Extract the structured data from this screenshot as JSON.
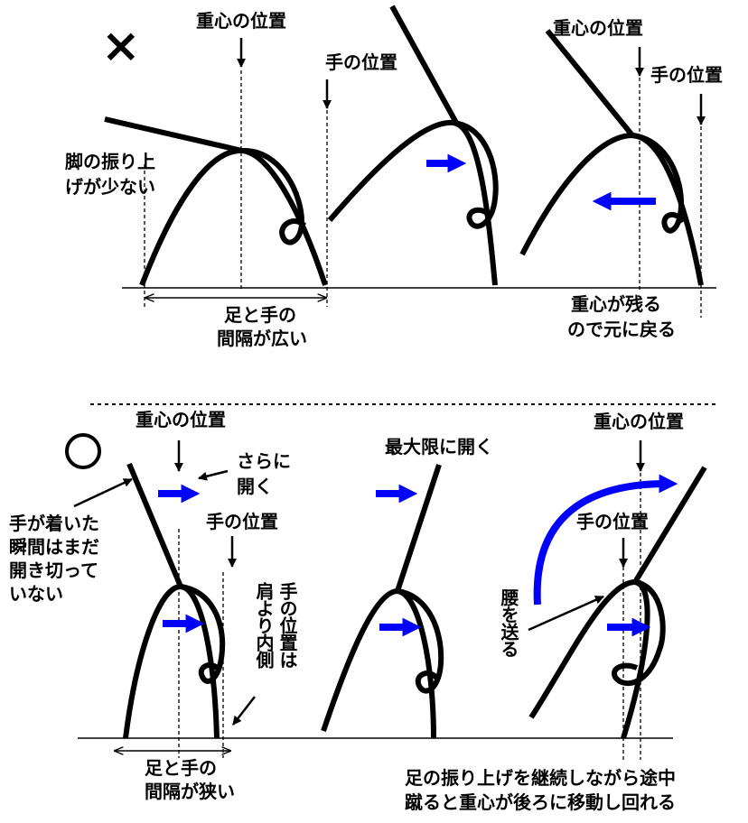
{
  "colors": {
    "accent": "#0000ff",
    "ink": "#000000"
  },
  "bad": {
    "marker": "×",
    "cog_label": "重心の位置",
    "hand_label": "手の位置",
    "leg_note": [
      "脚の振り上",
      "げが少ない"
    ],
    "gap_note": [
      "足と手の",
      "間隔が広い"
    ],
    "cog_label_3": "重心の位置",
    "hand_label_3": "手の位置",
    "return_note": [
      "重心が残る",
      "ので元に戻る"
    ]
  },
  "good": {
    "marker": "○",
    "cog_label": "重心の位置",
    "open_more": [
      "さらに",
      "開く"
    ],
    "hand_label": "手の位置",
    "touch_note": [
      "手が着いた",
      "瞬間はまだ",
      "開き切って",
      "いない"
    ],
    "inside_note": [
      "手の位置は",
      "肩より内側"
    ],
    "gap_note": [
      "足と手の",
      "間隔が狭い"
    ],
    "max_open": "最大限に開く",
    "cog_label_3": "重心の位置",
    "hand_label_3": "手の位置",
    "hip_note": "腰を送る",
    "summary": [
      "足の振り上げを継続しながら途中",
      "蹴ると重心が後ろに移動し回れる"
    ]
  }
}
